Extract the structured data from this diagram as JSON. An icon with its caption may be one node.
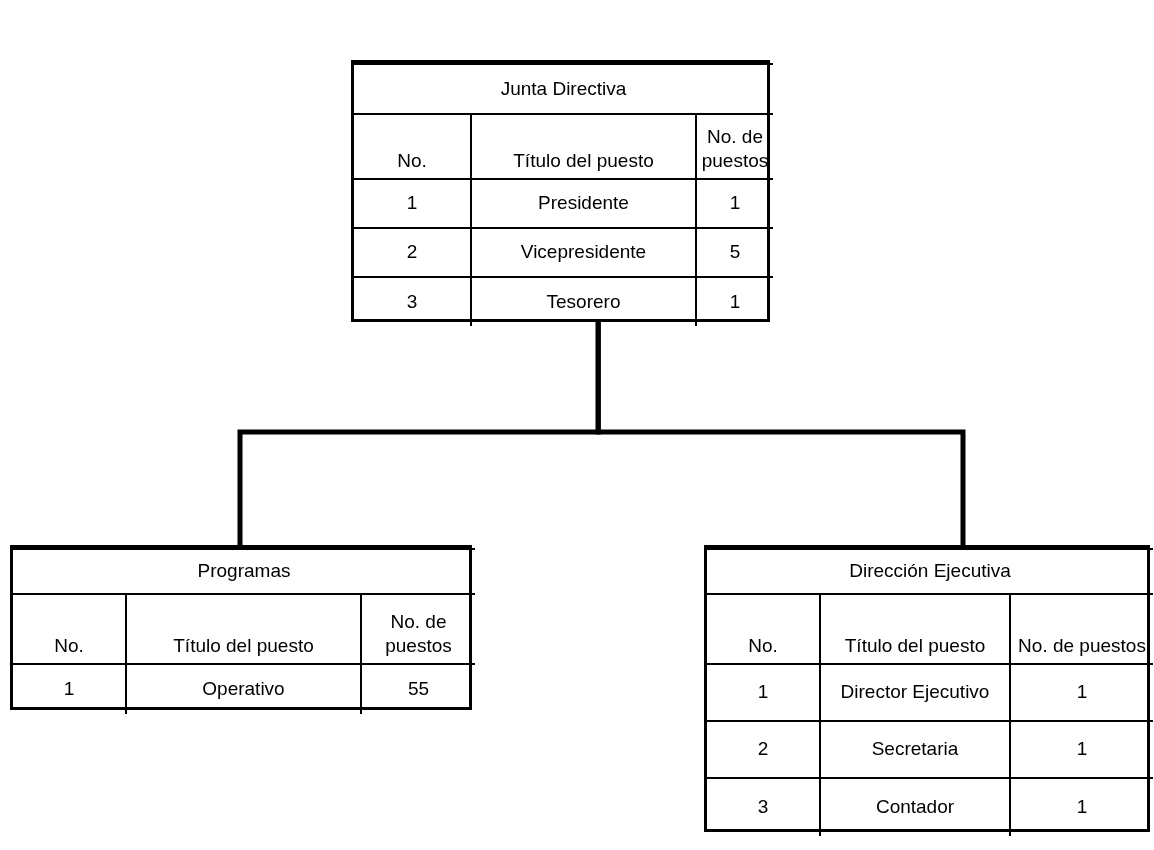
{
  "diagram": {
    "nodes": [
      {
        "text": [
          "Junta Directiva",
          "No.",
          "Título del puesto",
          "No. de puestos",
          "1",
          "Presidente",
          "1",
          "2",
          "Vicepresidente",
          "5",
          "3",
          "Tesorero",
          "1"
        ]
      },
      {
        "text": [
          "Programas",
          "No.",
          "Título del puesto",
          "No. de puestos",
          "1",
          "Operativo",
          "55"
        ]
      },
      {
        "text": [
          "Dirección Ejecutiva",
          "No.",
          "Título del puesto",
          "No. de puestos",
          "1",
          "Director Ejecutivo",
          "1",
          "2",
          "Secretaria",
          "1",
          "3",
          "Contador",
          "1"
        ]
      }
    ],
    "edges": [
      {
        "from": 0,
        "to": 1,
        "arrow": "none"
      },
      {
        "from": 0,
        "to": 2,
        "arrow": "none"
      }
    ]
  }
}
